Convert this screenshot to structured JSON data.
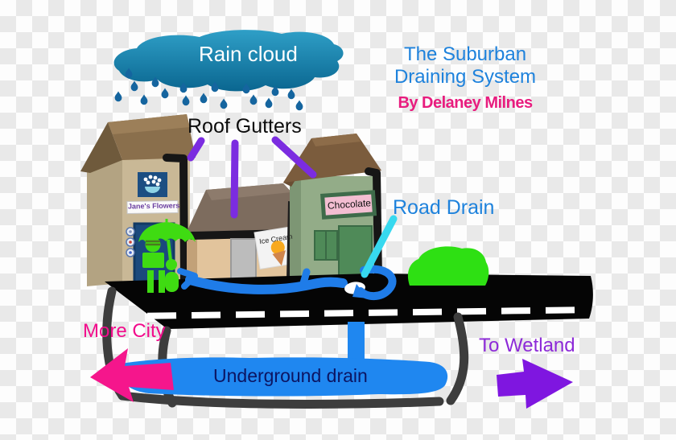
{
  "labels": {
    "rain_cloud": "Rain cloud",
    "title_line1": "The Suburban",
    "title_line2": "Draining System",
    "byline": "By Delaney Milnes",
    "roof_gutters": "Roof Gutters",
    "road_drain": "Road Drain",
    "more_city": "More City",
    "to_wetland": "To Wetland",
    "underground_drain": "Underground drain"
  },
  "shop_signs": {
    "flower_shop": "Jane's Flowers",
    "ice_cream_shop": "Ice Cream",
    "chocolate_shop": "Chocolate"
  },
  "colors": {
    "title_blue": "#1e82dc",
    "byline_pink": "#e81c7e",
    "wetland_purple": "#8d2ad8",
    "more_city_pink": "#f20c8c",
    "arrow_pink": "#f5168c",
    "arrow_purple": "#7f16e0",
    "gutter_pointer_purple": "#7b2ce0",
    "road_drain_pointer_cyan": "#37d9ef",
    "water_blue": "#1f7ce8",
    "underground_drain_blue": "#1f87f0",
    "cloud_teal_top": "#2f9fc7",
    "cloud_teal_bottom": "#0a6690",
    "raindrop_blue": "#15659f",
    "figure_green": "#3fdb12",
    "car_green": "#2ee013",
    "road_black": "#050505",
    "underground_text_navy": "#0c1562"
  }
}
